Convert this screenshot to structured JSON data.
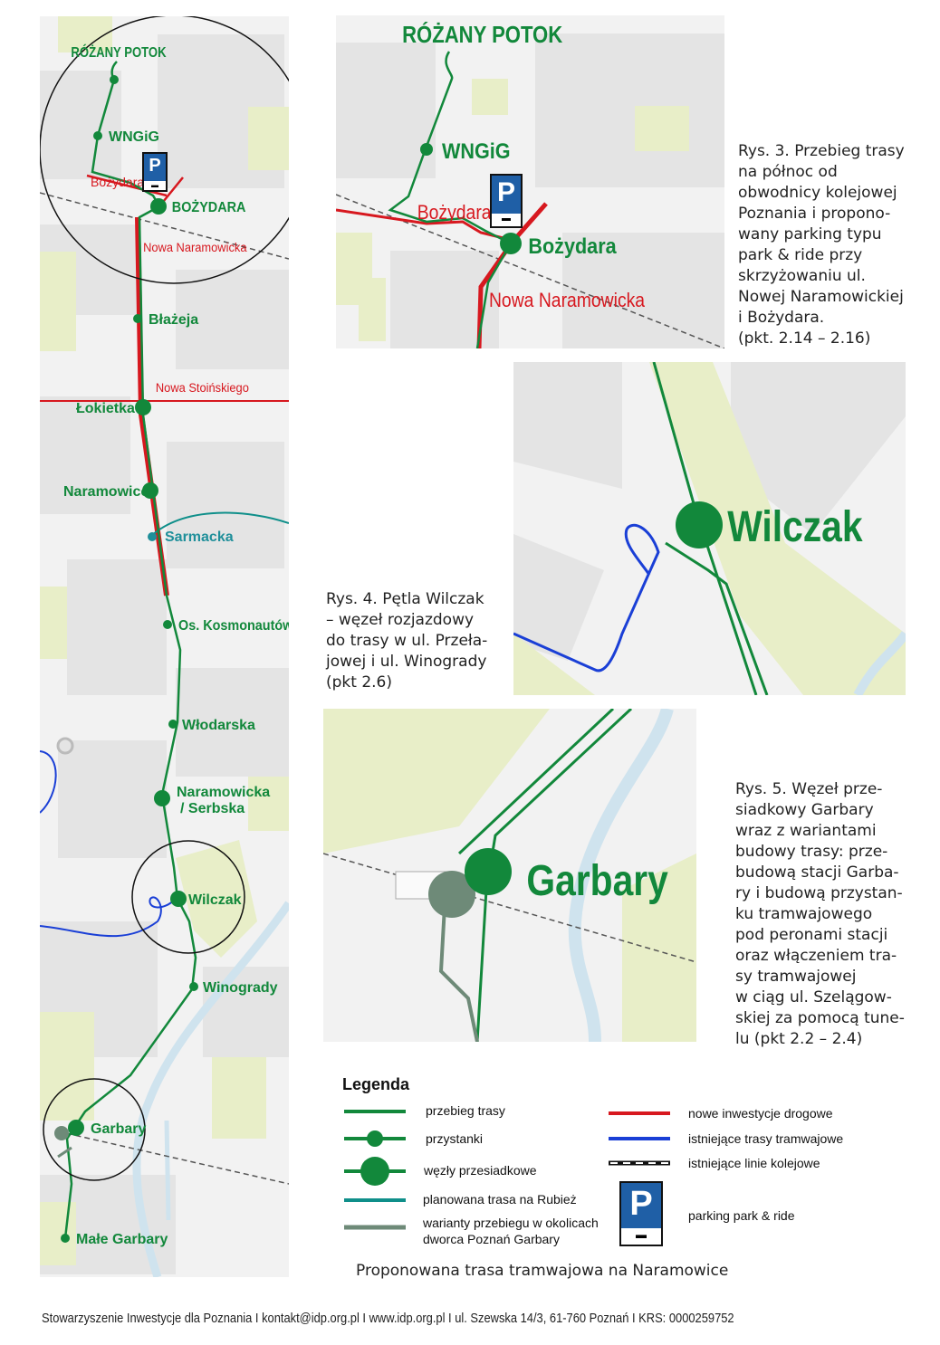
{
  "main_map": {
    "stops": {
      "rozany_potok": "RÓŻANY POTOK",
      "wngig": "WNGiG",
      "bozydara": "BOŻYDARA",
      "blazeja": "Błażeja",
      "lokietka": "Łokietka",
      "naramowice": "Naramowice",
      "sarmacka": "Sarmacka",
      "os_kosmonautow": "Os. Kosmonautów",
      "wlodarska": "Włodarska",
      "naramowicka_serbska_1": "Naramowicka",
      "naramowicka_serbska_2": "/ Serbska",
      "wilczak": "Wilczak",
      "winogrady": "Winogrady",
      "garbary": "Garbary",
      "male_garbary": "Małe Garbary"
    },
    "streets": {
      "bozydara": "Bożydara",
      "nowa_naramowicka": "Nowa Naramowicka",
      "nowa_stoinskiego": "Nowa Stoińskiego"
    }
  },
  "fig3": {
    "map": {
      "rozany_potok": "RÓŻANY POTOK",
      "wngig": "WNGiG",
      "bozydara_street": "Bożydara",
      "bozydara_stop": "Bożydara",
      "nowa_naramowicka": "Nowa Naramowicka"
    },
    "caption": [
      "Rys. 3. Przebieg trasy",
      "na północ od",
      "obwodnicy kolejowej",
      "Poznania i propono-",
      "wany parking typu",
      "park & ride przy",
      "skrzyżowaniu ul.",
      "Nowej Naramowickiej",
      "i Bożydara.",
      "(pkt. 2.14 – 2.16)"
    ]
  },
  "fig4": {
    "map": {
      "wilczak": "Wilczak"
    },
    "caption": [
      "Rys. 4. Pętla Wilczak",
      "– węzeł rozjazdowy",
      "do trasy w ul. Przeła-",
      "jowej i ul. Winogrady",
      "(pkt 2.6)"
    ]
  },
  "fig5": {
    "map": {
      "garbary": "Garbary"
    },
    "caption": [
      "Rys. 5. Węzeł prze-",
      "siadkowy Garbary",
      "wraz z wariantami",
      "budowy trasy: prze-",
      "budową stacji Garba-",
      "ry i budową przystan-",
      "ku tramwajowego",
      "pod peronami stacji",
      "oraz włączeniem tra-",
      "sy tramwajowej",
      "w ciąg ul. Szelągow-",
      "skiej za pomocą tune-",
      "lu (pkt 2.2 – 2.4)"
    ]
  },
  "legend": {
    "title": "Legenda",
    "route": "przebieg trasy",
    "stops": "przystanki",
    "hubs": "węzły przesiadkowe",
    "rubiez": "planowana trasa na Rubież",
    "variants_1": "warianty przebiegu w okolicach",
    "variants_2": "dworca Poznań Garbary",
    "new_roads": "nowe inwestycje drogowe",
    "existing_tram": "istniejące trasy tramwajowe",
    "existing_rail": "istniejące linie kolejowe",
    "park_ride": "parking park & ride"
  },
  "parking_sign": "P",
  "bottom_title": "Proponowana trasa tramwajowa na Naramowice",
  "footer": "Stowarzyszenie Inwestycje dla Poznania  I  kontakt@idp.org.pl  I  www.idp.org.pl  I  ul. Szewska 14/3, 61-760 Poznań  I  KRS: 0000259752",
  "colors": {
    "route_green": "#12883b",
    "road_red": "#d7181f",
    "tram_blue": "#1a3fd6",
    "rubiez_teal": "#0f8f8a",
    "variant_grey": "#6e8a78",
    "park_blue": "#1f5fa6",
    "label_teal": "#1f8f9a"
  }
}
